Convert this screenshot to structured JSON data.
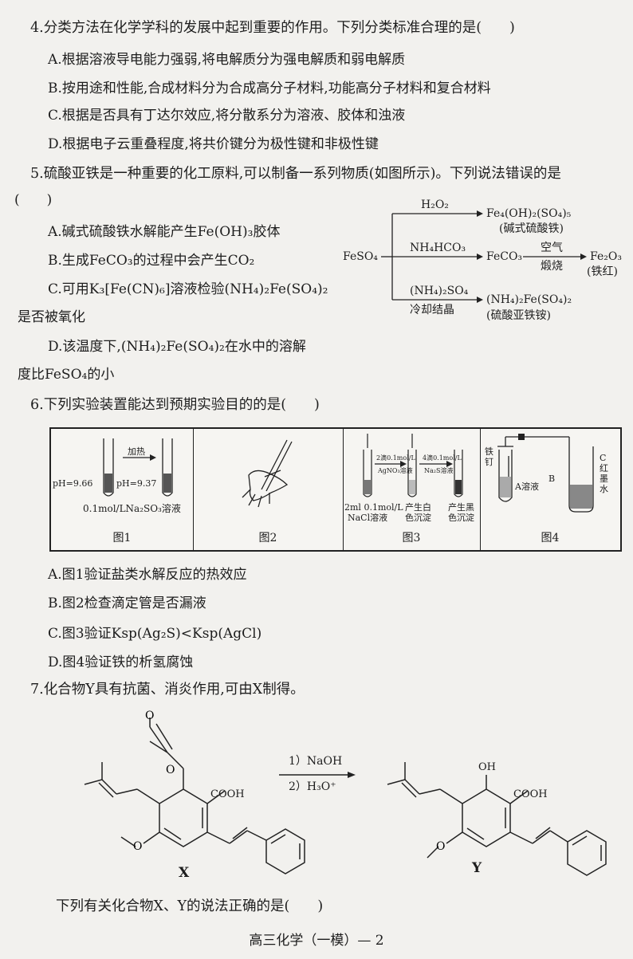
{
  "q4": {
    "stem": "4.分类方法在化学学科的发展中起到重要的作用。下列分类标准合理的是(　　)",
    "options": [
      "A.根据溶液导电能力强弱,将电解质分为强电解质和弱电解质",
      "B.按用途和性能,合成材料分为合成高分子材料,功能高分子材料和复合材料",
      "C.根据是否具有丁达尔效应,将分散系分为溶液、胶体和浊液",
      "D.根据电子云重叠程度,将共价键分为极性键和非极性键"
    ]
  },
  "q5": {
    "stem": "5.硫酸亚铁是一种重要的化工原料,可以制备一系列物质(如图所示)。下列说法错误的是",
    "paren": "(　　)",
    "optA": "A.碱式硫酸铁水解能产生Fe(OH)₃胶体",
    "optB": "B.生成FeCO₃的过程中会产生CO₂",
    "optC1": "C.可用K₃[Fe(CN)₆]溶液检验(NH₄)₂Fe(SO₄)₂",
    "optC2": "是否被氧化",
    "optD1": "D.该温度下,(NH₄)₂Fe(SO₄)₂在水中的溶解",
    "optD2": "度比FeSO₄的小",
    "scheme": {
      "start": "FeSO₄",
      "r1": "H₂O₂",
      "p1": "Fe₄(OH)₂(SO₄)₅",
      "p1name": "(碱式硫酸铁)",
      "r2": "NH₄HCO₃",
      "p2": "FeCO₃",
      "r3top": "空气",
      "r3bot": "煅烧",
      "p3": "Fe₂O₃",
      "p3name": "(铁红)",
      "r4top": "(NH₄)₂SO₄",
      "r4bot": "冷却结晶",
      "p4": "(NH₄)₂Fe(SO₄)₂",
      "p4name": "(硫酸亚铁铵)"
    }
  },
  "q6": {
    "stem": "6.下列实验装置能达到预期实验目的的是(　　)",
    "fig1": {
      "heat": "加热",
      "ph1": "pH=9.66",
      "ph2": "pH=9.37",
      "sol": "0.1mol/LNa₂SO₃溶液",
      "cap": "图1"
    },
    "fig2": {
      "cap": "图2"
    },
    "fig3": {
      "add1": "2滴0.1mol/L",
      "add1b": "AgNO₃溶液",
      "add2": "4滴0.1mol/L",
      "add2b": "Na₂S溶液",
      "sol": "2ml 0.1mol/L",
      "solb": "NaCl溶液",
      "ppt1": "产生白",
      "ppt1b": "色沉淀",
      "ppt2": "产生黑",
      "ppt2b": "色沉淀",
      "cap": "图3"
    },
    "fig4": {
      "nail": "铁",
      "nail2": "钉",
      "sol": "A溶液",
      "b": "B",
      "c": "C",
      "ink": "红",
      "ink2": "墨",
      "ink3": "水",
      "cap": "图4"
    },
    "options": [
      "A.图1验证盐类水解反应的热效应",
      "B.图2检查滴定管是否漏液",
      "C.图3验证Ksp(Ag₂S)<Ksp(AgCl)",
      "D.图4验证铁的析氢腐蚀"
    ]
  },
  "q7": {
    "stem": "7.化合物Y具有抗菌、消炎作用,可由X制得。",
    "cond1": "1）NaOH",
    "cond2": "2）H₃O⁺",
    "xlabel": "X",
    "ylabel": "Y",
    "cooh": "COOH",
    "cooh2": "COOH",
    "oh": "OH",
    "ask": "下列有关化合物X、Y的说法正确的是(　　)"
  },
  "footer": "高三化学（一模）— 2"
}
